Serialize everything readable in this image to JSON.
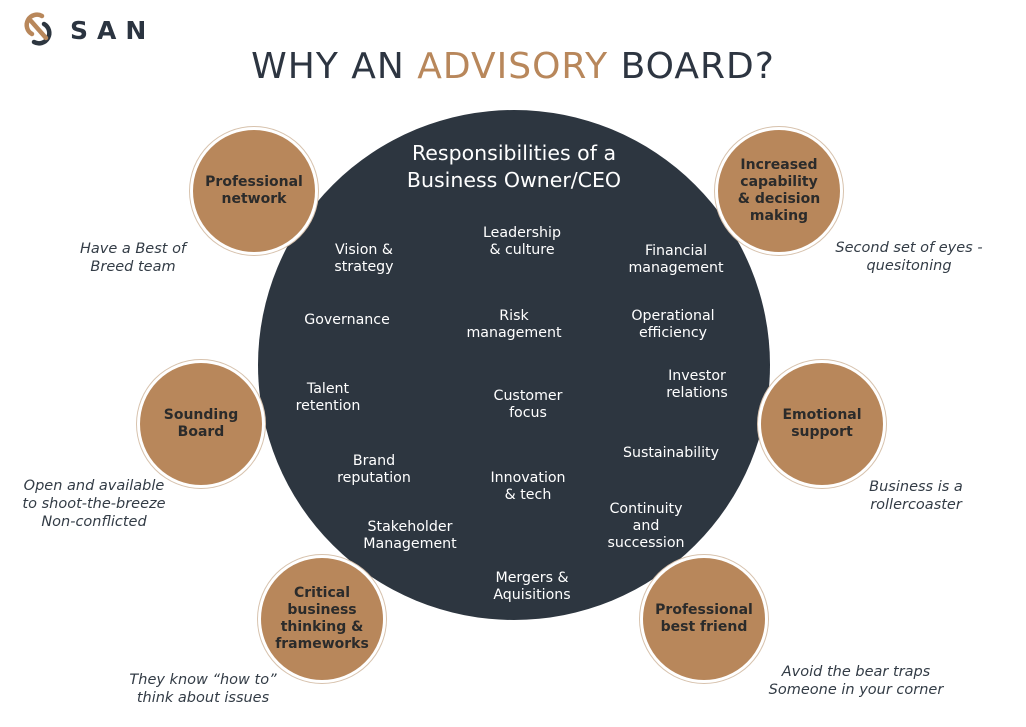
{
  "brand": {
    "name": "SAN",
    "logo_icon": "interlocking-rings-icon",
    "accent": "#b8875b",
    "dark": "#2d3640"
  },
  "headline": {
    "part1": "WHY AN ",
    "accent": "ADVISORY",
    "part2": " BOARD?"
  },
  "center": {
    "title_lines": [
      "Responsibilities of a",
      "Business Owner/CEO"
    ],
    "responsibilities": [
      [
        "Vision &",
        "strategy"
      ],
      [
        "Leadership",
        "& culture"
      ],
      [
        "Financial",
        "management"
      ],
      [
        "Governance"
      ],
      [
        "Risk",
        "management"
      ],
      [
        "Operational",
        "efficiency"
      ],
      [
        "Talent",
        "retention"
      ],
      [
        "Customer",
        "focus"
      ],
      [
        "Investor",
        "relations"
      ],
      [
        "Brand",
        "reputation"
      ],
      [
        "Innovation",
        "& tech"
      ],
      [
        "Sustainability"
      ],
      [
        "Stakeholder",
        "Management"
      ],
      [
        "Continuity",
        "and",
        "succession"
      ],
      [
        "Mergers &",
        "Aquisitions"
      ]
    ]
  },
  "benefits": [
    {
      "label": [
        "Professional",
        "network"
      ],
      "note": [
        "Have a Best of",
        "Breed team"
      ]
    },
    {
      "label": [
        "Increased",
        "capability",
        "& decision",
        "making"
      ],
      "note": [
        "Second set of eyes -",
        "quesitoning"
      ]
    },
    {
      "label": [
        "Sounding",
        "Board"
      ],
      "note": [
        "Open and available",
        "to shoot-the-breeze",
        "Non-conflicted"
      ]
    },
    {
      "label": [
        "Emotional",
        "support"
      ],
      "note": [
        "Business is a",
        "rollercoaster"
      ]
    },
    {
      "label": [
        "Critical",
        "business",
        "thinking &",
        "frameworks"
      ],
      "note": [
        "They know “how to”",
        "think about issues"
      ]
    },
    {
      "label": [
        "Professional",
        "best friend"
      ],
      "note": [
        "Avoid the bear traps",
        "Someone in your corner"
      ]
    }
  ]
}
